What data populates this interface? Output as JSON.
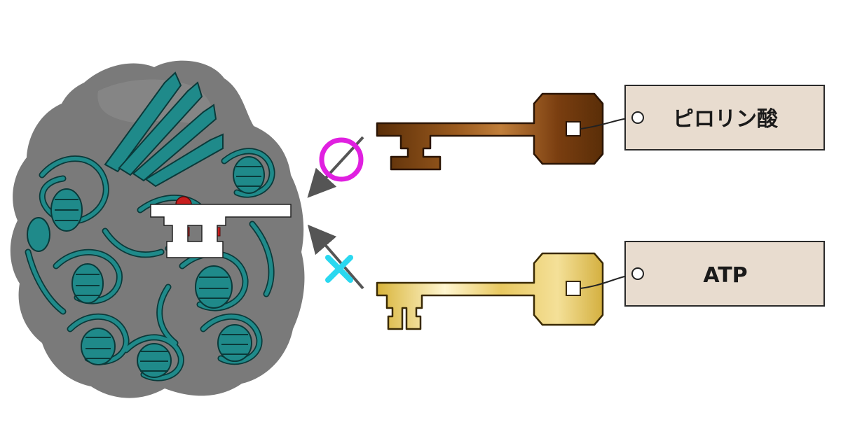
{
  "keys": [
    {
      "id": "pyrroline-acid",
      "tag_label": "ピロリン酸",
      "result_mark": "circle",
      "result_color": "#e020e0",
      "color_dark": "#5a2e08",
      "color_light": "#b8742a",
      "outline": "#2a1404"
    },
    {
      "id": "atp",
      "tag_label": "ATP",
      "result_mark": "cross",
      "result_color": "#2ad8f0",
      "color_dark": "#c8a42a",
      "color_light": "#fff8d8",
      "outline": "#3a2a04"
    }
  ],
  "colors": {
    "protein_surface": "#7a7a7a",
    "ribbon": "#1f8a8a",
    "ribbon_outline": "#0a3a3a",
    "active_site": "#c81e1e",
    "tag_fill": "#e8dccf",
    "tag_border": "#2a2a2a",
    "arrow": "#555555"
  }
}
